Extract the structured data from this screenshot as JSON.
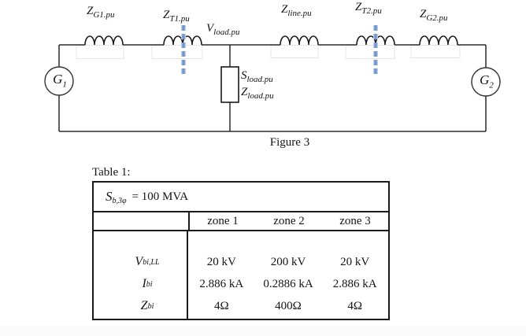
{
  "circuit": {
    "impedance_labels": {
      "zg1": {
        "main": "Z",
        "sub": "G1.pu"
      },
      "zt1": {
        "main": "Z",
        "sub": "T1.pu"
      },
      "zline": {
        "main": "Z",
        "sub": "line.pu"
      },
      "zt2": {
        "main": "Z",
        "sub": "T2.pu"
      },
      "zg2": {
        "main": "Z",
        "sub": "G2.pu"
      }
    },
    "vload": {
      "main": "V",
      "sub": "load.pu"
    },
    "load": {
      "s": {
        "main": "S",
        "sub": "load.pu"
      },
      "z": {
        "main": "Z",
        "sub": "load.pu"
      }
    },
    "generators": {
      "g1": {
        "main": "G",
        "sub": "1"
      },
      "g2": {
        "main": "G",
        "sub": "2"
      }
    },
    "zone_boundary_dash_color": "#6e96cc",
    "caption": "Figure 3"
  },
  "table": {
    "title": "Table 1:",
    "base": {
      "main": "S",
      "sub": "b,3φ",
      "value": "= 100 MVA"
    },
    "column_headers": [
      "zone 1",
      "zone 2",
      "zone 3"
    ],
    "rows": [
      {
        "label": {
          "main": "V",
          "sub": "bi,LL"
        },
        "values": [
          "20 kV",
          "200 kV",
          "20 kV"
        ]
      },
      {
        "label": {
          "main": "I",
          "sub": "bi"
        },
        "values": [
          "2.886 kA",
          "0.2886 kA",
          "2.886 kA"
        ]
      },
      {
        "label": {
          "main": "Z",
          "sub": "bi"
        },
        "values": [
          "4Ω",
          "400Ω",
          "4Ω"
        ]
      }
    ]
  }
}
